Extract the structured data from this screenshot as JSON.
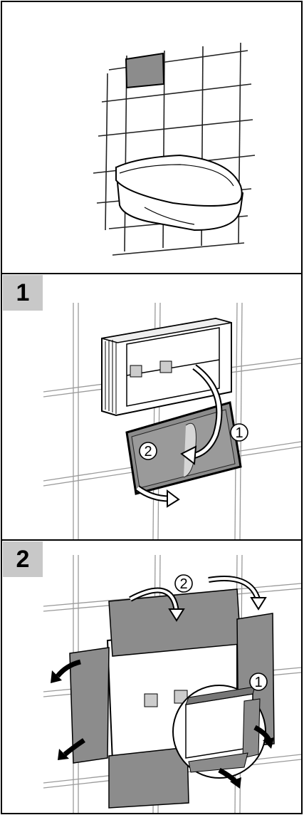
{
  "steps": [
    {
      "number": "1",
      "callouts": [
        "1",
        "2"
      ]
    },
    {
      "number": "2",
      "callouts": [
        "1",
        "2"
      ]
    }
  ],
  "icons": [
    "flush-plate",
    "wall-toilet",
    "install-frame",
    "cover-plate",
    "rotate-arrow",
    "pull-arrow",
    "protective-film",
    "zoom-circle"
  ],
  "colors": {
    "panel_border": "#000000",
    "step_badge": "#c8c8c8",
    "grey_part": "#8c8c8c",
    "light_grey": "#d9d9d9",
    "line": "#1a1a1a"
  }
}
